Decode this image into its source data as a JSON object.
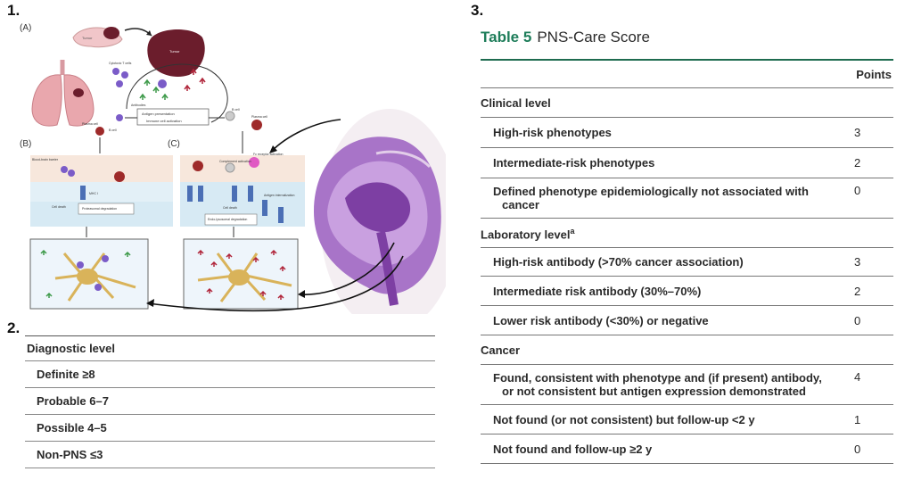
{
  "panel_labels": [
    "1.",
    "2.",
    "3."
  ],
  "figure": {
    "sublabels": [
      "(A)",
      "(B)",
      "(C)"
    ],
    "labels": {
      "tumor_small": "Tumor",
      "tumor": "Tumor",
      "cytotoxic_t": "Cytotoxic T cells",
      "antibodies_1": "Antibodies",
      "antigen_presentation": "Antigen presentation",
      "immune_activation": "Immune cell activation",
      "b_cell_left": "B cell",
      "b_cell_right": "B cell",
      "plasma_cell": "Plasma cell",
      "plasma_cell_2": "Plasma cell",
      "bbb": "Blood-brain barrier",
      "mhc": "MHC I",
      "cell_death_b": "Cell death",
      "proteasomal": "Proteasomal degradation",
      "complement": "Complement activation",
      "fc_receptor": "Fc receptor activation",
      "cell_death_c": "Cell death",
      "antigen_internal": "Antigen internalization",
      "endo_lysosomal": "Endo-lysosomal degradation"
    }
  },
  "diagnostic_table": {
    "header": "Diagnostic level",
    "rows": [
      "Definite ≥8",
      "Probable 6–7",
      "Possible 4–5",
      "Non-PNS ≤3"
    ]
  },
  "score_table": {
    "table_num": "Table 5",
    "title": "PNS-Care Score",
    "points_header": "Points",
    "sections": [
      {
        "label": "Clinical level",
        "items": [
          {
            "label": "High-risk phenotypes",
            "points": "3"
          },
          {
            "label": "Intermediate-risk phenotypes",
            "points": "2"
          },
          {
            "label_line1": "Defined phenotype epidemiologically not associated with",
            "label_line2": "cancer",
            "points": "0"
          }
        ]
      },
      {
        "label": "Laboratory level",
        "label_sup": "a",
        "items": [
          {
            "label": "High-risk antibody (>70% cancer association)",
            "points": "3"
          },
          {
            "label": "Intermediate risk antibody (30%–70%)",
            "points": "2"
          },
          {
            "label": "Lower risk antibody (<30%) or negative",
            "points": "0"
          }
        ]
      },
      {
        "label": "Cancer",
        "items": [
          {
            "label_line1": "Found, consistent with phenotype and (if present) antibody,",
            "label_line2": "or not consistent but antigen expression demonstrated",
            "points": "4"
          },
          {
            "label": "Not found (or not consistent) but follow-up <2 y",
            "points": "1"
          },
          {
            "label": "Not found and follow-up ≥2 y",
            "points": "0"
          }
        ]
      }
    ]
  },
  "colors": {
    "accent_green": "#1e7d5a",
    "rule_green": "#1e6b4f",
    "tumor": "#6b1d2c",
    "brain_purple": "#8a4fb0",
    "lung_pink": "#e9a7ad"
  }
}
